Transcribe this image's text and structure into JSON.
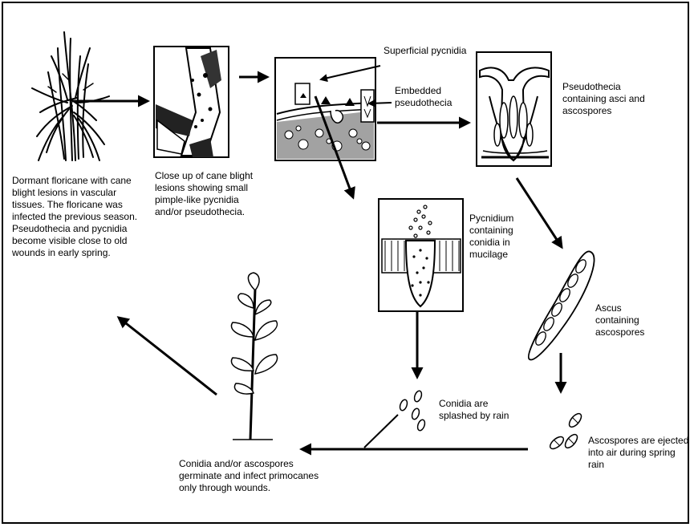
{
  "labels": {
    "superficial_pycnidia": "Superficial pycnidia",
    "embedded_pseudothecia": "Embedded\npseudothecia",
    "pseudothecia_asci": "Pseudothecia\ncontaining asci and\nascospores",
    "dormant_floricane": "Dormant floricane with cane\nblight lesions in vascular\ntissues.  The floricane was\ninfected the previous season.\nPseudothecia and pycnidia\nbecome visible close to old\nwounds in early spring.",
    "close_up_lesions": "Close up of cane blight\nlesions showing small\npimple-like pycnidia\nand/or pseudothecia.",
    "pycnidium_conidia": "Pycnidium\ncontaining\nconidia in\nmucilage",
    "ascus_ascospores": "Ascus\ncontaining\nascospores",
    "conidia_splashed": "Conidia are\nsplashed by rain",
    "ascospores_ejected": "Ascospores are ejected\ninto air during spring rain",
    "germinate_infect": "Conidia and/or ascospores\ngerminate and infect primocanes\nonly through wounds."
  }
}
